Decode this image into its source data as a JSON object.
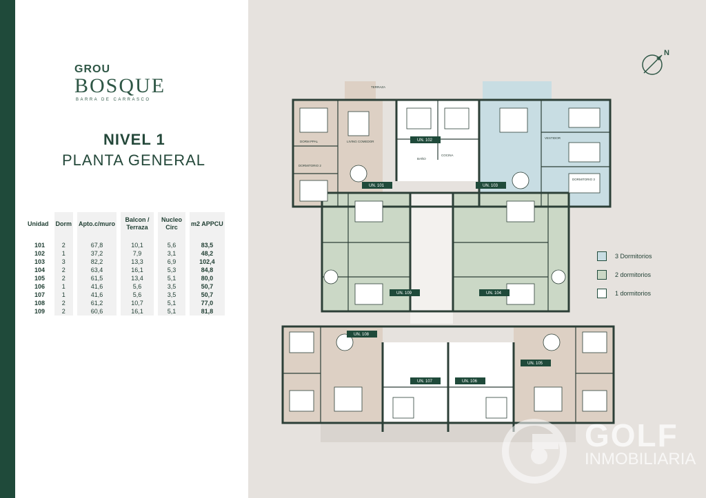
{
  "brand": {
    "top": "GROU",
    "main": "BOSQUE",
    "sub": "BARRA DE CARRASCO"
  },
  "title": {
    "line1": "NIVEL 1",
    "line2": "PLANTA GENERAL"
  },
  "table": {
    "headers": [
      "Unidad",
      "Dorm",
      "Apto.c/muro",
      "Balcon / Terraza",
      "Nucleo Circ",
      "m2 APPCU"
    ],
    "rows": [
      [
        "101",
        "2",
        "67,8",
        "10,1",
        "5,6",
        "83,5"
      ],
      [
        "102",
        "1",
        "37,2",
        "7,9",
        "3,1",
        "48,2"
      ],
      [
        "103",
        "3",
        "82,2",
        "13,3",
        "6,9",
        "102,4"
      ],
      [
        "104",
        "2",
        "63,4",
        "16,1",
        "5,3",
        "84,8"
      ],
      [
        "105",
        "2",
        "61,5",
        "13,4",
        "5,1",
        "80,0"
      ],
      [
        "106",
        "1",
        "41,6",
        "5,6",
        "3,5",
        "50,7"
      ],
      [
        "107",
        "1",
        "41,6",
        "5,6",
        "3,5",
        "50,7"
      ],
      [
        "108",
        "2",
        "61,2",
        "10,7",
        "5,1",
        "77,0"
      ],
      [
        "109",
        "2",
        "60,6",
        "16,1",
        "5,1",
        "81,8"
      ]
    ]
  },
  "legend": [
    {
      "label": "3 Dormitorios",
      "color": "#c8dde3"
    },
    {
      "label": "2 dormitorios",
      "color": "#cbd8c6"
    },
    {
      "label": "1 dormitorios",
      "color": "#ffffff"
    }
  ],
  "compass": {
    "letter": "N"
  },
  "plan_labels": {
    "un101": "UN. 101",
    "un102": "UN. 102",
    "un103": "UN. 103",
    "un104": "UN. 104",
    "un105": "UN. 105",
    "un106": "UN. 106",
    "un107": "UN. 107",
    "un108": "UN. 108",
    "un109": "UN. 109",
    "terraza": "TERRAZA",
    "cocina": "COCINA",
    "living": "LIVING COMEDOR",
    "dorm_ppal": "DORM PPAL",
    "dorm2": "DORMITORIO 2",
    "dorm3": "DORMITORIO 3",
    "bano": "BAÑO",
    "vestidor": "VESTIDOR"
  },
  "watermark": {
    "main": "GOLF",
    "sub": "INMOBILIARIA"
  },
  "colors": {
    "brand_green": "#1f4a3a",
    "unit_blue": "#c8dde3",
    "unit_green": "#cbd8c6",
    "unit_beige": "#ddd0c4",
    "wall": "#2c3f37"
  }
}
